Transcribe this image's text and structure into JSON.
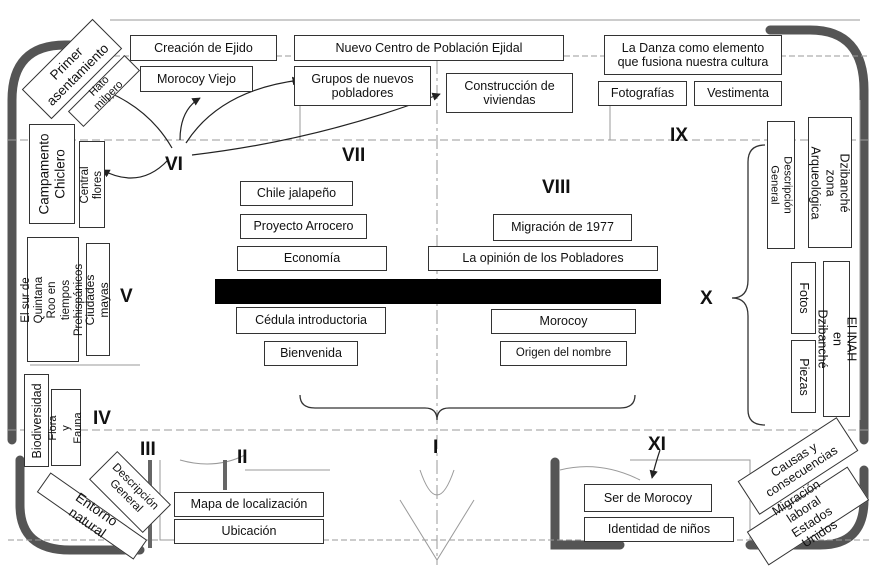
{
  "sections": {
    "I": "I",
    "II": "II",
    "III": "III",
    "IV": "IV",
    "V": "V",
    "VI": "VI",
    "VII": "VII",
    "VIII": "VIII",
    "IX": "IX",
    "X": "X",
    "XI": "XI"
  },
  "modules": {
    "creacion_ejido": "Creación de Ejido",
    "morocoy_viejo": "Morocoy Viejo",
    "nuevo_centro": "Nuevo Centro de Población Ejidal",
    "grupos_pobladores": "Grupos de nuevos\npobladores",
    "construccion_viviendas": "Construcción de\nviviendas",
    "danza": "La Danza como elemento\nque fusiona nuestra cultura",
    "fotografias": "Fotografías",
    "vestimenta": "Vestimenta",
    "primer_asentamiento": "Primer\nasentamiento",
    "hato_milpero": "Hato milpero",
    "campamento_chiclero": "Campamento\nChiclero",
    "central_flores": "Central flores",
    "chile_jalapeno": "Chile jalapeño",
    "proyecto_arrocero": "Proyecto Arrocero",
    "economia": "Economía",
    "migracion_1977": "Migración de 1977",
    "opinion_pobladores": "La opinión de los Pobladores",
    "descripcion_general_ix": "Descripción General",
    "dzibanche": "Dzibanché zona\nArqueológica",
    "sur_quintana_roo": "El sur de Quintana\nRoo en tiempos\nPrehispánicos",
    "ciudades_mayas": "Ciudades mayas",
    "cedula_introductoria": "Cédula introductoria",
    "bienvenida": "Bienvenida",
    "morocoy": "Morocoy",
    "origen_nombre": "Origen del nombre",
    "fotos": "Fotos",
    "piezas": "Piezas",
    "inah_dzibanche": "El INAH en Dzibanché",
    "biodiversidad": "Biodiversidad",
    "flora_fauna": "Flora y\nFauna",
    "descripcion_general_iii": "Descripción\nGeneral",
    "entorno_natural": "Entorno natural",
    "mapa_localizacion": "Mapa de localización",
    "ubicacion": "Ubicación",
    "causas_consecuencias": "Causas y\nconsecuencias",
    "migracion_laboral": "Migración laboral\nEstados Unidos",
    "ser_morocoy": "Ser de Morocoy",
    "identidad_ninos": "Identidad de niños"
  },
  "colors": {
    "wall": "#555555",
    "sketch": "#9a9a9a",
    "arrow": "#222222",
    "bar": "#000000"
  }
}
